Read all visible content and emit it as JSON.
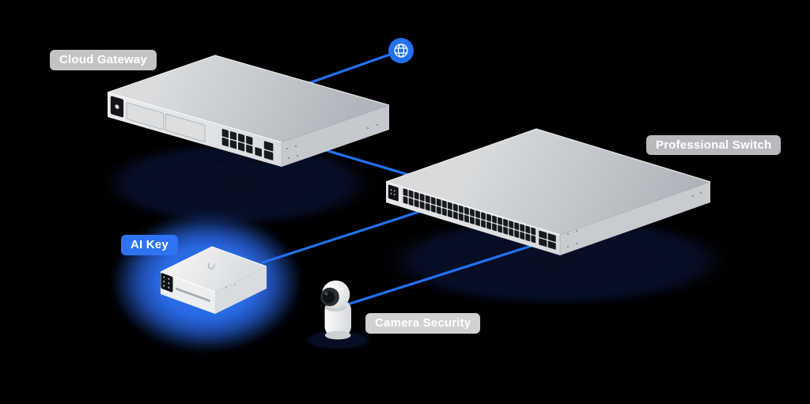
{
  "background": "#000000",
  "colors": {
    "connection_blue": "#2271F0",
    "glow_blue": "#2B6FF4",
    "label_blue": "#2E73F2",
    "label_gray": "#C2C2C4",
    "label_text": "#FFFFFF",
    "device_gray": "#C9CCD0"
  },
  "nodes": {
    "internet": {
      "icon": "globe-icon",
      "type": "internet"
    },
    "cloud_gateway": {
      "label": "Cloud Gateway",
      "type": "rackmount-gateway"
    },
    "professional_switch": {
      "label": "Professional Switch",
      "type": "48-port-switch"
    },
    "ai_key": {
      "label": "AI Key",
      "type": "ai-key-box",
      "highlighted": true
    },
    "camera_security": {
      "label": "Camera Security",
      "type": "camera"
    }
  },
  "connections": [
    {
      "from": "internet",
      "to": "cloud_gateway"
    },
    {
      "from": "cloud_gateway",
      "to": "professional_switch"
    },
    {
      "from": "ai_key",
      "to": "professional_switch"
    },
    {
      "from": "camera_security",
      "to": "professional_switch"
    }
  ]
}
